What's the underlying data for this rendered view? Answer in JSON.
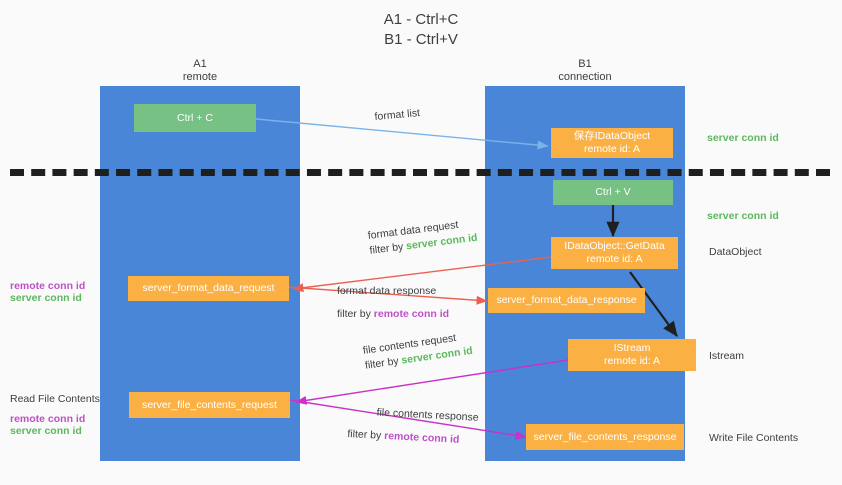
{
  "title": {
    "line1": "A1 - Ctrl+C",
    "line2": "B1 - Ctrl+V"
  },
  "lanes": [
    {
      "id": "a1",
      "name": "A1",
      "role": "remote",
      "color": "#4a86d8"
    },
    {
      "id": "b1",
      "name": "B1",
      "role": "connection",
      "color": "#4a86d8"
    }
  ],
  "nodes": {
    "ctrl_c": {
      "label": "Ctrl + C"
    },
    "save_dataobject": {
      "label": "保存IDataObject",
      "sub": "remote id: A"
    },
    "ctrl_v": {
      "label": "Ctrl + V"
    },
    "getdata": {
      "label": "IDataObject::GetData",
      "sub": "remote id: A"
    },
    "format_data_request": {
      "label": "server_format_data_request"
    },
    "format_data_response": {
      "label": "server_format_data_response"
    },
    "istream": {
      "label": "IStream",
      "sub": "remote id: A"
    },
    "file_contents_request": {
      "label": "server_file_contents_request"
    },
    "file_contents_response": {
      "label": "server_file_contents_response"
    }
  },
  "edges": {
    "format_list": {
      "label": "format list"
    },
    "format_data_request": {
      "label": "format data request",
      "filter_prefix": "filter by ",
      "filter_key": "server conn id"
    },
    "format_data_response": {
      "label": "format data response",
      "filter_prefix": "filter by ",
      "filter_key": "remote conn id"
    },
    "file_contents_request": {
      "label": "file contents request",
      "filter_prefix": "filter by ",
      "filter_key": "server conn id"
    },
    "file_contents_response": {
      "label": "file contents response",
      "filter_prefix": "filter by ",
      "filter_key": "remote conn id"
    }
  },
  "right_annotations": [
    {
      "text": "server conn id",
      "style": "green"
    },
    {
      "text": "server conn id",
      "style": "green"
    },
    {
      "text": "DataObject",
      "style": "dark"
    },
    {
      "text": "Istream",
      "style": "dark"
    },
    {
      "text": "Write File Contents",
      "style": "dark"
    }
  ],
  "left_annotations": {
    "mid_remote": "remote conn id",
    "mid_server": "server conn id",
    "read_file_contents": "Read File Contents",
    "low_remote": "remote conn id",
    "low_server": "server conn id"
  },
  "colors": {
    "lane": "#4a86d8",
    "green_box": "#76c183",
    "orange_box": "#fbb044",
    "green_text": "#5cb85c",
    "magenta_text": "#c050c8",
    "red_arrow": "#ea6153",
    "magenta_arrow": "#c832c8",
    "blue_arrow": "#7ab3e8",
    "black_arrow": "#1f1f1f",
    "background": "#fafafa"
  }
}
